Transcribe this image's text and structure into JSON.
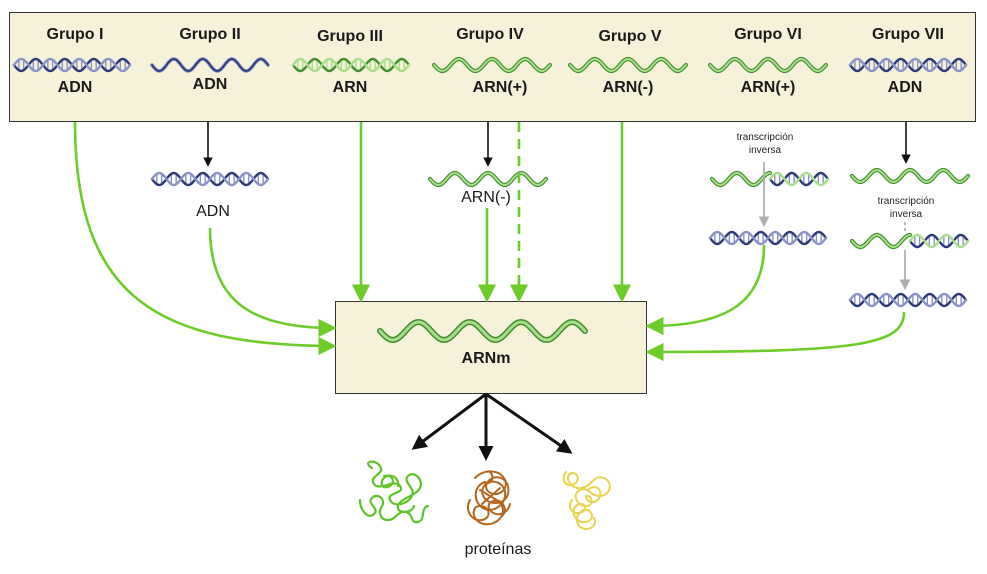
{
  "groups": [
    {
      "name": "Grupo I",
      "genome": "ADN"
    },
    {
      "name": "Grupo II",
      "genome": "ADN"
    },
    {
      "name": "Grupo III",
      "genome": "ARN"
    },
    {
      "name": "Grupo IV",
      "genome": "ARN(+)"
    },
    {
      "name": "Grupo V",
      "genome": "ARN(-)"
    },
    {
      "name": "Grupo VI",
      "genome": "ARN(+)"
    },
    {
      "name": "Grupo VII",
      "genome": "ADN"
    }
  ],
  "intermediates": {
    "group2": "ADN",
    "group4": "ARN(-)",
    "group6_note": "transcripción\ninversa",
    "group7_note": "transcripción\ninversa"
  },
  "center": {
    "label": "ARNm"
  },
  "output": {
    "label": "proteínas"
  },
  "colors": {
    "panel_fill": "#f6f1d9",
    "green_arrow": "#6ccd2a",
    "dna_dark": "#2b3a78",
    "dna_light": "#8a93c7",
    "rna_dark": "#3f8f2c",
    "rna_light": "#a9dd8c",
    "gray_arrow": "#b0b0b0",
    "protein_green": "#5fc42a",
    "protein_brown": "#b5651d",
    "protein_yellow": "#e8d44d"
  }
}
